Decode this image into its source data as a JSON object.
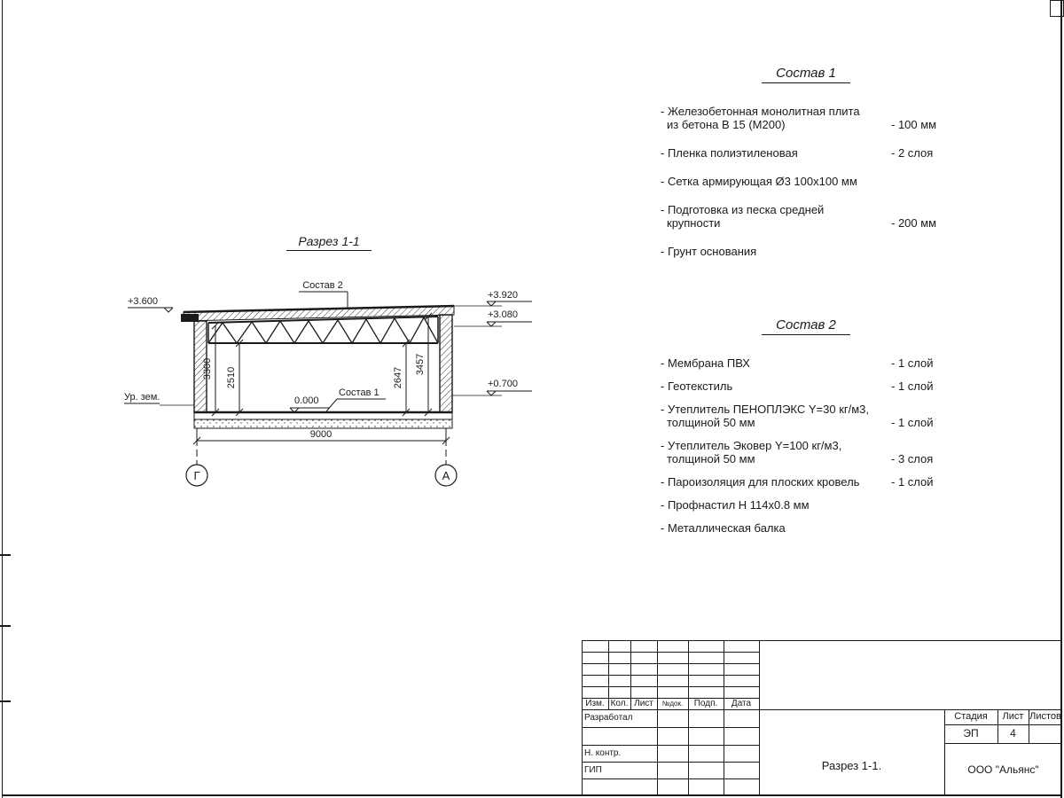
{
  "drawing": {
    "title": "Разрез 1-1",
    "labels": {
      "sostav2_ref": "Состав 2",
      "sostav1_ref": "Состав 1",
      "ground": "Ур. зем."
    },
    "levels": {
      "roof_left": "+3.600",
      "roof_right_top": "+3.920",
      "roof_right_bottom": "+3.080",
      "wall_right": "+0.700",
      "floor": "0.000"
    },
    "dims": {
      "left_outer": "3300",
      "left_inner": "2510",
      "right_inner": "2647",
      "right_outer": "3457",
      "span": "9000"
    },
    "axes": {
      "left": "Г",
      "right": "А"
    }
  },
  "sostav1": {
    "title": "Состав 1",
    "items": [
      {
        "lines": [
          "- Железобетонная  монолитная плита",
          "из бетона В 15 (М200)"
        ],
        "value": "- 100 мм"
      },
      {
        "lines": [
          "- Пленка полиэтиленовая"
        ],
        "value": "-  2 слоя"
      },
      {
        "lines": [
          "- Сетка армирующая Ø3 100x100 мм"
        ],
        "value": ""
      },
      {
        "lines": [
          "- Подготовка из песка средней",
          "крупности"
        ],
        "value": "- 200 мм"
      },
      {
        "lines": [
          "- Грунт основания"
        ],
        "value": ""
      }
    ]
  },
  "sostav2": {
    "title": "Состав 2",
    "items": [
      {
        "lines": [
          "- Мембрана ПВХ"
        ],
        "value": "- 1 слой"
      },
      {
        "lines": [
          "- Геотекстиль"
        ],
        "value": "- 1 слой"
      },
      {
        "lines": [
          "- Утеплитель ПЕНОПЛЭКС Y=30 кг/м3,",
          "толщиной 50 мм"
        ],
        "value": "- 1 слой"
      },
      {
        "lines": [
          "- Утеплитель Эковер Y=100 кг/м3,",
          "толщиной 50 мм"
        ],
        "value": "- 3 слоя"
      },
      {
        "lines": [
          "- Пароизоляция для плоских кровель"
        ],
        "value": "- 1 слой"
      },
      {
        "lines": [
          "- Профнастил Н 114х0.8 мм"
        ],
        "value": ""
      },
      {
        "lines": [
          "- Металлическая балка"
        ],
        "value": ""
      }
    ]
  },
  "titleblock": {
    "header": {
      "izm": "Изм.",
      "kol": "Кол.",
      "list": "Лист",
      "ndok": "№док.",
      "podp": "Подп.",
      "data": "Дата"
    },
    "rows": {
      "razrabotal": "Разработал",
      "nkontr": "Н. контр.",
      "gip": "ГИП"
    },
    "stage": {
      "stadiya_label": "Стадия",
      "list_label": "Лист",
      "listov_label": "Листов",
      "stadiya": "ЭП",
      "list": "4"
    },
    "doc_name": "Разрез 1-1.",
    "company": "ООО \"Альянс\""
  }
}
